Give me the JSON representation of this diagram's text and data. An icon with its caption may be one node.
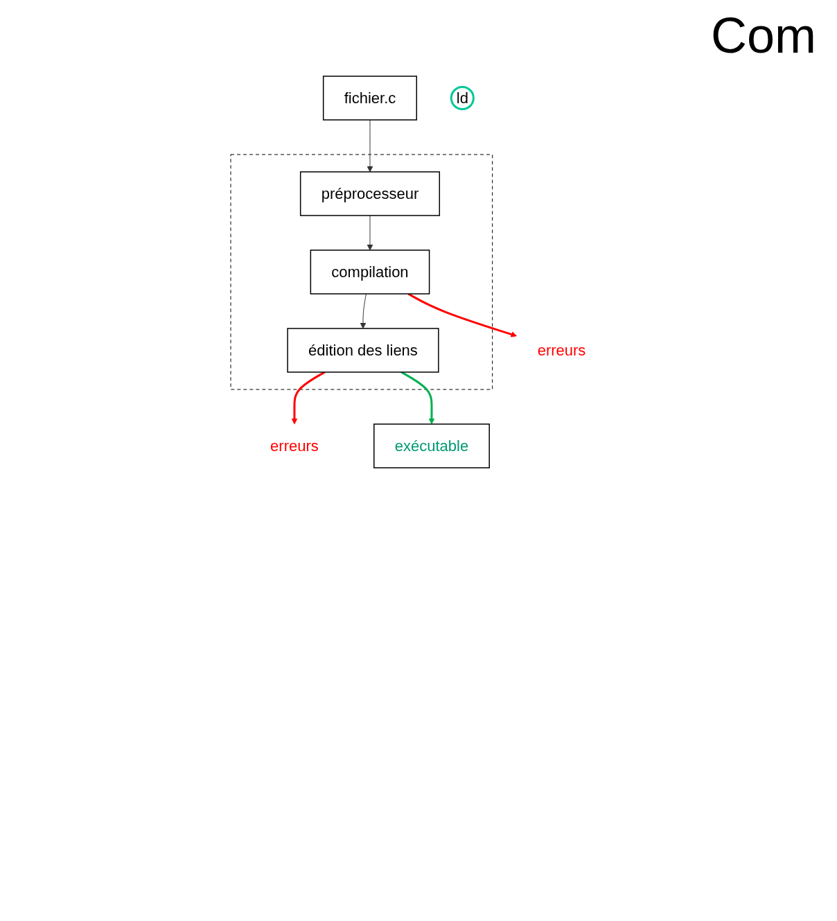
{
  "diagram": {
    "title": "Com",
    "nodes": [
      {
        "text": [
          "fichier.c"
        ]
      },
      {
        "text": [],
        "shape": "box"
      },
      {
        "text": [
          "préprocesseur"
        ],
        "in": 1
      },
      {
        "text": [
          "compilation"
        ],
        "in": 1
      },
      {
        "text": [
          "édition des liens"
        ],
        "in": 1
      },
      {
        "text": [
          "ld"
        ]
      },
      {
        "text": [
          "erreurs"
        ]
      },
      {
        "text": [
          "erreurs"
        ]
      },
      {
        "text": [
          "exécutable"
        ]
      }
    ],
    "edges": [
      {
        "from": 0,
        "to": 2,
        "arrow": "to"
      },
      {
        "from": 2,
        "to": 3,
        "arrow": "to"
      },
      {
        "from": 3,
        "to": 4,
        "arrow": "to"
      },
      {
        "from": 3,
        "to": 6,
        "arrow": "to",
        "style": "thick",
        "color": "#ff0000"
      },
      {
        "from": 4,
        "to": 7,
        "arrow": "to",
        "style": "thick",
        "color": "#ff0000"
      },
      {
        "from": 4,
        "to": 8,
        "arrow": "to",
        "style": "thick",
        "color": "#00b050"
      }
    ]
  }
}
